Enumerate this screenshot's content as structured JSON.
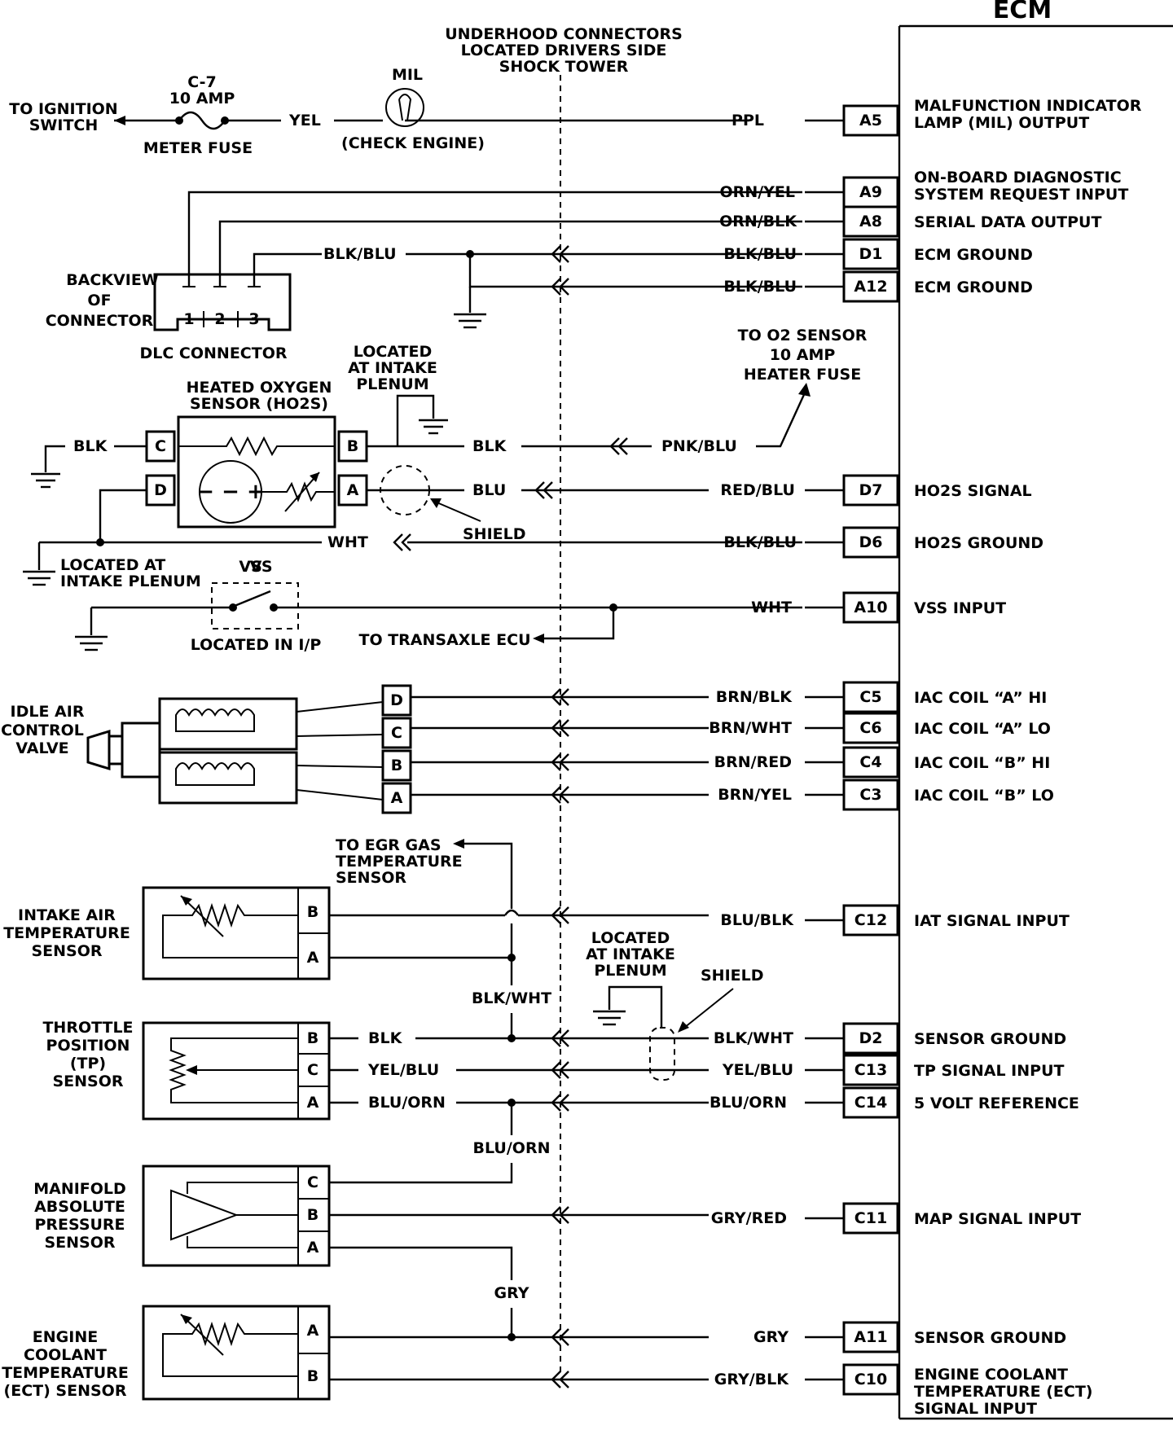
{
  "ecm": {
    "title": "ECM"
  },
  "header": {
    "connector_note": [
      "UNDERHOOD CONNECTORS",
      "LOCATED DRIVERS SIDE",
      "SHOCK TOWER"
    ]
  },
  "ignition": {
    "to_ignition": [
      "TO IGNITION",
      "SWITCH"
    ],
    "fuse": [
      "C-7",
      "10 AMP"
    ],
    "fuse_name": "METER FUSE",
    "wire_color": "YEL",
    "mil_label": "MIL",
    "mil_sub": "(CHECK ENGINE)"
  },
  "ecm_pins": [
    {
      "pin": "A5",
      "wire": "PPL",
      "desc": [
        "MALFUNCTION INDICATOR",
        "LAMP (MIL) OUTPUT"
      ]
    },
    {
      "pin": "A9",
      "wire": "ORN/YEL",
      "desc": [
        "ON-BOARD DIAGNOSTIC",
        "SYSTEM REQUEST INPUT"
      ]
    },
    {
      "pin": "A8",
      "wire": "ORN/BLK",
      "desc": [
        "SERIAL DATA OUTPUT"
      ]
    },
    {
      "pin": "D1",
      "wire": "BLK/BLU",
      "desc": [
        "ECM GROUND"
      ]
    },
    {
      "pin": "A12",
      "wire": "BLK/BLU",
      "desc": [
        "ECM GROUND"
      ]
    },
    {
      "pin": "D7",
      "wire": "RED/BLU",
      "desc": [
        "HO2S SIGNAL"
      ]
    },
    {
      "pin": "D6",
      "wire": "BLK/BLU",
      "desc": [
        "HO2S GROUND"
      ]
    },
    {
      "pin": "A10",
      "wire": "WHT",
      "desc": [
        "VSS INPUT"
      ]
    },
    {
      "pin": "C5",
      "wire": "BRN/BLK",
      "desc": [
        "IAC  COIL “A”  HI"
      ]
    },
    {
      "pin": "C6",
      "wire": "BRN/WHT",
      "desc": [
        "IAC  COIL “A”  LO"
      ]
    },
    {
      "pin": "C4",
      "wire": "BRN/RED",
      "desc": [
        "IAC  COIL “B”  HI"
      ]
    },
    {
      "pin": "C3",
      "wire": "BRN/YEL",
      "desc": [
        "IAC  COIL “B”  LO"
      ]
    },
    {
      "pin": "C12",
      "wire": "BLU/BLK",
      "desc": [
        "IAT SIGNAL INPUT"
      ]
    },
    {
      "pin": "D2",
      "wire": "BLK/WHT",
      "desc": [
        "SENSOR GROUND"
      ]
    },
    {
      "pin": "C13",
      "wire": "YEL/BLU",
      "desc": [
        "TP  SIGNAL INPUT"
      ]
    },
    {
      "pin": "C14",
      "wire": "BLU/ORN",
      "desc": [
        "5 VOLT REFERENCE"
      ]
    },
    {
      "pin": "C11",
      "wire": "GRY/RED",
      "desc": [
        "MAP SIGNAL INPUT"
      ]
    },
    {
      "pin": "A11",
      "wire": "GRY",
      "desc": [
        "SENSOR GROUND"
      ]
    },
    {
      "pin": "C10",
      "wire": "GRY/BLK",
      "desc": [
        "ENGINE COOLANT",
        "TEMPERATURE (ECT)",
        "SIGNAL INPUT"
      ]
    }
  ],
  "dlc": {
    "backview": [
      "BACKVIEW",
      "OF",
      "CONNECTOR"
    ],
    "name": "DLC CONNECTOR",
    "pins": [
      "1",
      "2",
      "3"
    ],
    "ground_wire": "BLK/BLU"
  },
  "ho2s": {
    "name": [
      "HEATED OXYGEN",
      "SENSOR (HO2S)"
    ],
    "location": [
      "LOCATED",
      "AT INTAKE",
      "PLENUM"
    ],
    "pins": [
      "C",
      "D",
      "B",
      "A"
    ],
    "left_wire": "BLK",
    "heater_wire": "BLK",
    "signal_wire": "BLU",
    "heater_supply_wire": "PNK/BLU",
    "heater_fuse": [
      "TO O2 SENSOR",
      "10 AMP",
      "HEATER FUSE"
    ],
    "shield": "SHIELD",
    "ground_wire": "WHT",
    "ground_location": [
      "LOCATED AT",
      "INTAKE PLENUM"
    ],
    "cell_symbol": "− − +"
  },
  "vss": {
    "name": "VSS",
    "location": "LOCATED IN I/P",
    "transaxle": "TO TRANSAXLE ECU"
  },
  "iac": {
    "name": [
      "IDLE AIR",
      "CONTROL",
      "VALVE"
    ],
    "pins": [
      "D",
      "C",
      "B",
      "A"
    ]
  },
  "iat": {
    "name": [
      "INTAKE AIR",
      "TEMPERATURE",
      "SENSOR"
    ],
    "pins": [
      "B",
      "A"
    ],
    "egr_note": [
      "TO EGR GAS",
      "TEMPERATURE",
      "SENSOR"
    ],
    "ground_wire": "BLK/WHT"
  },
  "tp": {
    "name": [
      "THROTTLE",
      "POSITION",
      "(TP)",
      "SENSOR"
    ],
    "pins": [
      "B",
      "C",
      "A"
    ],
    "wires": [
      "BLK",
      "YEL/BLU",
      "BLU/ORN"
    ],
    "location": [
      "LOCATED",
      "AT INTAKE",
      "PLENUM"
    ],
    "shield": "SHIELD"
  },
  "map": {
    "name": [
      "MANIFOLD",
      "ABSOLUTE",
      "PRESSURE",
      "SENSOR"
    ],
    "pins": [
      "C",
      "B",
      "A"
    ],
    "ref_wire": "BLU/ORN",
    "ground_wire": "GRY"
  },
  "ect": {
    "name": [
      "ENGINE",
      "COOLANT",
      "TEMPERATURE",
      "(ECT) SENSOR"
    ],
    "pins": [
      "A",
      "B"
    ]
  }
}
